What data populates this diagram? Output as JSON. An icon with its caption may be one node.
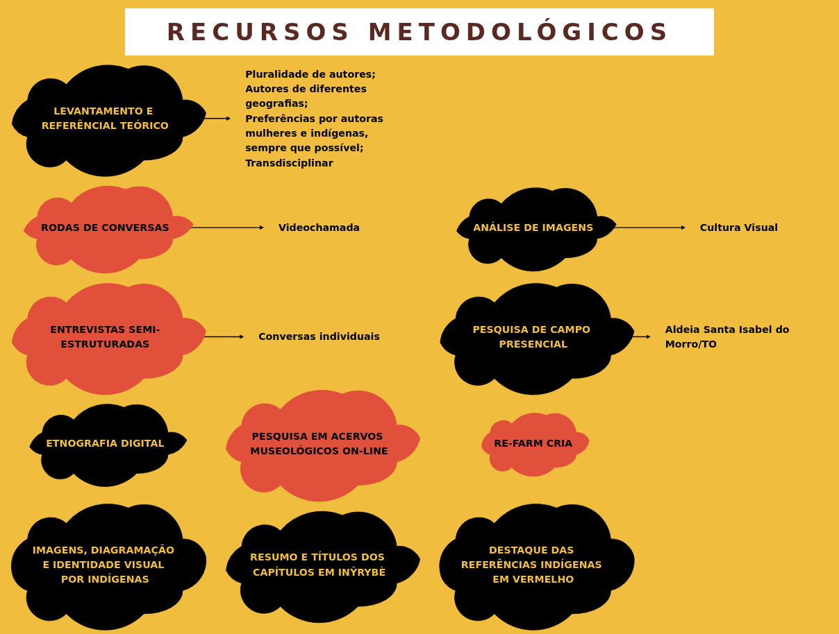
{
  "diagram": {
    "title": "RECURSOS METODOLÓGICOS",
    "nodes": [
      {
        "text": [
          "ETNOGRAFIA DIGITAL"
        ]
      },
      {
        "text": [
          "Pluralidade de autores;",
          "Autores de diferentes geografias;",
          "Preferências por autoras mulheres e indígenas, sempre que possível;",
          "Transdisciplinar"
        ]
      },
      {
        "text": [
          "LEVANTAMENTO E REFERÊNCIAL TEÓRICO"
        ]
      },
      {
        "text": [
          "RODAS DE CONVERSAS"
        ]
      },
      {
        "text": [
          "Videochamada"
        ]
      },
      {
        "text": [
          "ANÁLISE DE IMAGENS"
        ]
      },
      {
        "text": [
          "Cultura Visual"
        ]
      },
      {
        "text": [
          "ENTREVISTAS SEMI-ESTRUTURADAS"
        ]
      },
      {
        "text": [
          "Conversas individuais"
        ]
      },
      {
        "text": [
          "PESQUISA DE CAMPO PRESENCIAL"
        ]
      },
      {
        "text": [
          "Aldeia Santa Isabel do Morro/TO"
        ]
      },
      {
        "text": [
          "RE-FARM CRIA"
        ]
      },
      {
        "text": [
          "IMAGENS, DIAGRAMAÇÃO E IDENTIDADE VISUAL POR INDÍGENAS"
        ]
      },
      {
        "text": [
          "RESUMO E TÍTULOS DOS CAPÍTULOS EM INỸRYBÈ"
        ]
      },
      {
        "text": [
          "DESTAQUE DAS REFERÊNCIAS INDÍGENAS EM VERMELHO"
        ]
      },
      {
        "text": [
          "PESQUISA EM ACERVOS MUSEOLÓGICOS ON-LINE"
        ]
      }
    ],
    "edges": [
      {
        "from": 2,
        "to": 1,
        "arrow": "to"
      },
      {
        "from": 3,
        "to": 4,
        "arrow": "to"
      },
      {
        "from": 5,
        "to": 6,
        "arrow": "to"
      },
      {
        "from": 7,
        "to": 8,
        "arrow": "to"
      },
      {
        "from": 9,
        "to": 10,
        "arrow": "to"
      }
    ]
  }
}
